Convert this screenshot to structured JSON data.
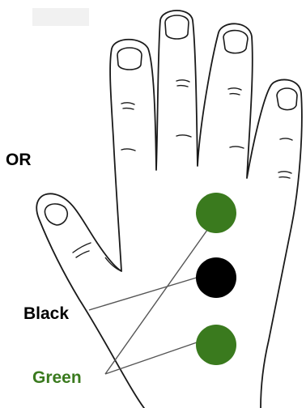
{
  "labels": {
    "or": "OR",
    "black": "Black",
    "green": "Green"
  },
  "colors": {
    "green_dot": "#3a7a1e",
    "black_dot": "#000000",
    "green_text": "#3a7a1e",
    "outline": "#1a1a1a",
    "leader_line": "#555555"
  }
}
